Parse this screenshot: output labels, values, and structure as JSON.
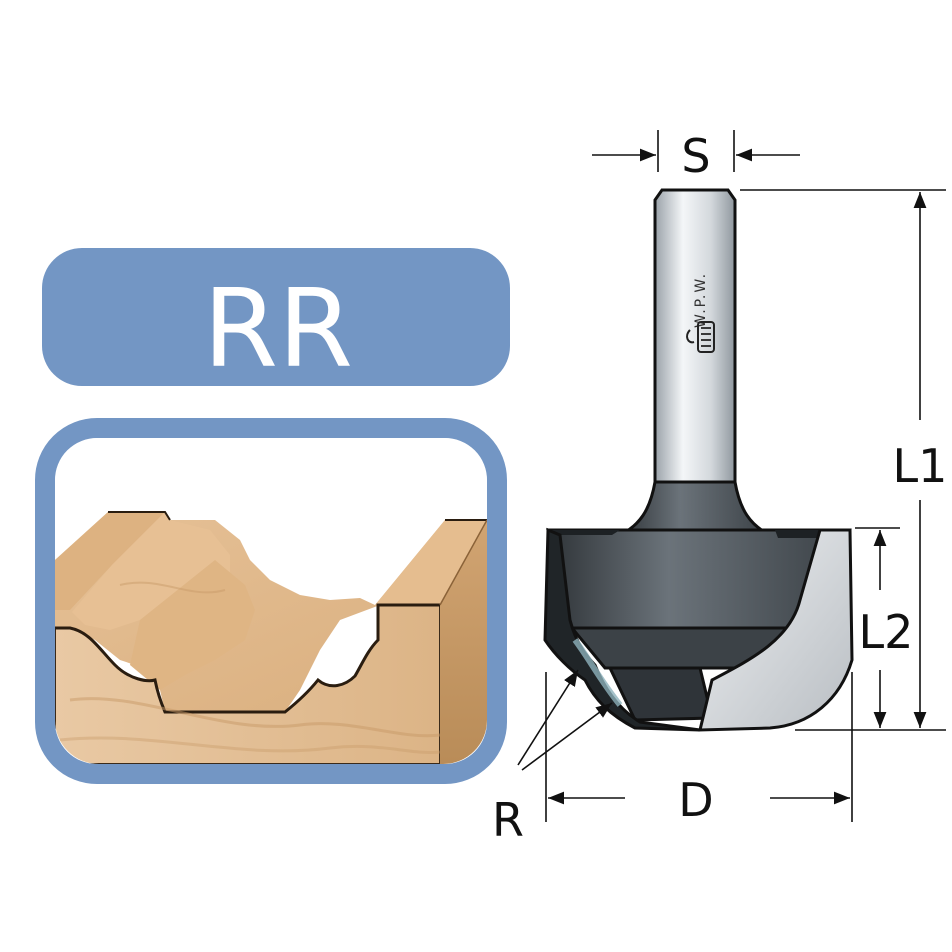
{
  "badge": {
    "label": "RR"
  },
  "shank": {
    "brand_text": "W.P.W."
  },
  "dimensions": {
    "shank_diameter": "S",
    "overall_length": "L1",
    "cutting_length": "L2",
    "cutting_diameter": "D",
    "radius": "R"
  },
  "colors": {
    "badge": "#7396c4",
    "frame": "#7396c4",
    "wood_light": "#e8c39a",
    "wood_dark": "#c9a06e",
    "steel": "#4a5157",
    "shank": "#cfd4d9",
    "carbide": "#d7dbde"
  },
  "icons": [
    "wpw-logo-icon",
    "arrow-icon"
  ]
}
